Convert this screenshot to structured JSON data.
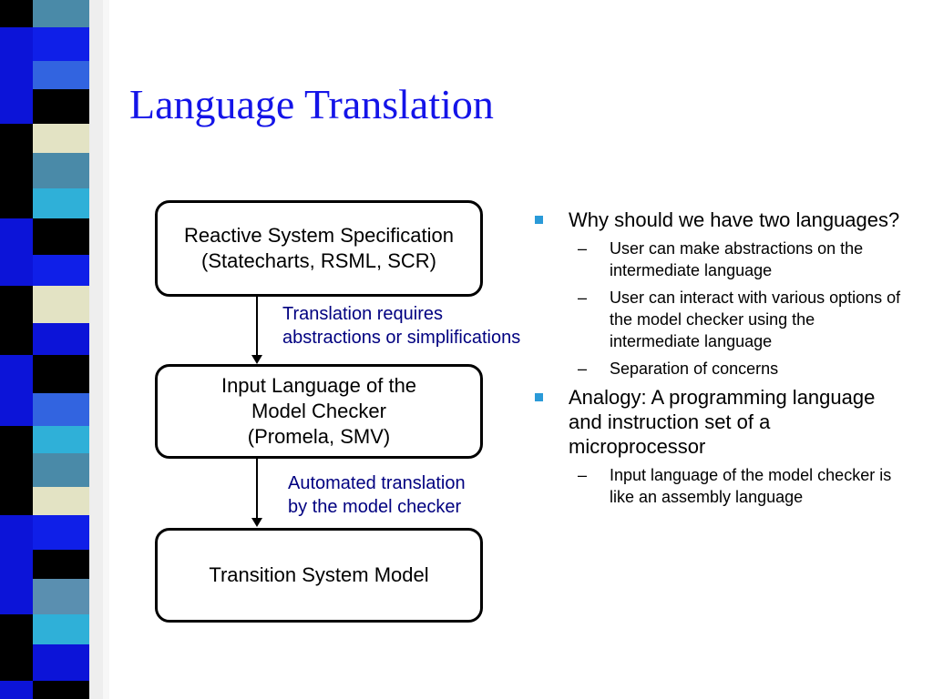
{
  "slide": {
    "title": "Language Translation",
    "accent_color": "#1414e8",
    "bullet_color": "#2a9ad8"
  },
  "diagram": {
    "boxes": [
      {
        "lines": [
          "Reactive System Specification",
          "(Statecharts, RSML, SCR)"
        ]
      },
      {
        "lines": [
          "Input Language of the",
          "Model Checker",
          "(Promela, SMV)"
        ]
      },
      {
        "lines": [
          "Transition System Model"
        ]
      }
    ],
    "annotations": [
      {
        "lines": [
          "Translation requires",
          "abstractions or simplifications"
        ]
      },
      {
        "lines": [
          "Automated translation",
          "by the model checker"
        ]
      }
    ]
  },
  "bullets": [
    {
      "text": "Why should we have two languages?",
      "sub": [
        "User can make abstractions on the intermediate language",
        "User can interact with various options of the model checker using the intermediate language",
        "Separation of concerns"
      ]
    },
    {
      "text": "Analogy: A programming language and instruction set of a microprocessor",
      "sub": [
        "Input language of the model checker is like an assembly language"
      ]
    }
  ],
  "sub_bullet_marker": "–"
}
